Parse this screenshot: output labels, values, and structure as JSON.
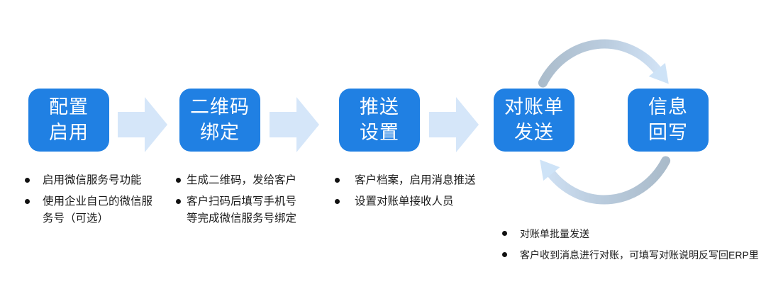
{
  "diagram": {
    "steps": [
      {
        "id": "configure-enable",
        "label": "配置\n启用",
        "bullets": [
          "启用微信服务号功能",
          "使用企业自己的微信服务号（可选）"
        ]
      },
      {
        "id": "qrcode-binding",
        "label": "二维码\n绑定",
        "bullets": [
          "生成二维码，发给客户",
          "客户扫码后填写手机号等完成微信服务号绑定"
        ]
      },
      {
        "id": "push-settings",
        "label": "推送\n设置",
        "bullets": [
          "客户档案，启用消息推送",
          "设置对账单接收人员"
        ]
      },
      {
        "id": "statement-send",
        "label": "对账单\n发送",
        "bullets": []
      },
      {
        "id": "info-writeback",
        "label": "信息\n回写",
        "bullets": []
      }
    ],
    "cycle_notes": [
      "对账单批量发送",
      "客户收到消息进行对账，可填写对账说明反写回ERP里"
    ],
    "colors": {
      "box_blue": "#2080E3",
      "arrow_light_blue": "#D5E6F9",
      "cycle_gray": "#A9BAC9",
      "cycle_light_blue": "#CEE3F7",
      "note_text": "#1A1A1A"
    }
  }
}
